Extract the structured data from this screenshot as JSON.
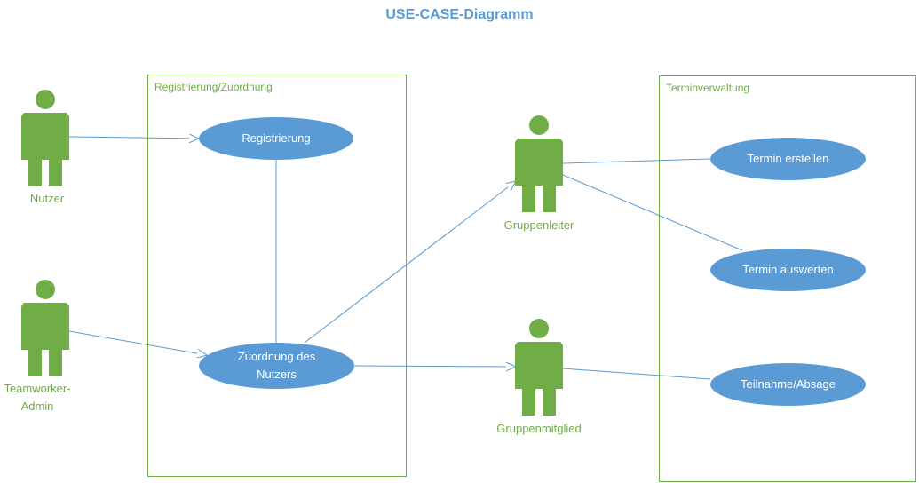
{
  "title": "USE-CASE-Diagramm",
  "colors": {
    "title": "#5b9bd5",
    "actor": "#70ad47",
    "usecase_fill": "#5b9bd5",
    "usecase_text": "#ffffff",
    "connector": "#5b9bd5",
    "boundary": "#70ad47"
  },
  "boundaries": [
    {
      "id": "registrierung",
      "label": "Registrierung/Zuordnung"
    },
    {
      "id": "terminverwaltung",
      "label": "Terminverwaltung"
    }
  ],
  "actors": [
    {
      "id": "nutzer",
      "label": "Nutzer"
    },
    {
      "id": "admin",
      "label": "Teamworker-Admin"
    },
    {
      "id": "gruppenleiter",
      "label": "Gruppenleiter"
    },
    {
      "id": "gruppenmitglied",
      "label": "Gruppenmitglied"
    }
  ],
  "usecases": [
    {
      "id": "registrierung",
      "label": "Registrierung"
    },
    {
      "id": "zuordnung",
      "label": "Zuordnung des Nutzers"
    },
    {
      "id": "termin_erstellen",
      "label": "Termin erstellen"
    },
    {
      "id": "termin_auswerten",
      "label": "Termin auswerten"
    },
    {
      "id": "teilnahme",
      "label": "Teilnahme/Absage"
    }
  ],
  "connections": [
    {
      "from": "nutzer",
      "to": "registrierung",
      "arrow": true
    },
    {
      "from": "admin",
      "to": "zuordnung",
      "arrow": true
    },
    {
      "from": "registrierung",
      "to": "zuordnung",
      "arrow": false
    },
    {
      "from": "zuordnung",
      "to": "gruppenleiter",
      "arrow": true
    },
    {
      "from": "zuordnung",
      "to": "gruppenmitglied",
      "arrow": true
    },
    {
      "from": "gruppenleiter",
      "to": "termin_erstellen",
      "arrow": false
    },
    {
      "from": "gruppenleiter",
      "to": "termin_auswerten",
      "arrow": false
    },
    {
      "from": "gruppenmitglied",
      "to": "teilnahme",
      "arrow": false
    }
  ]
}
